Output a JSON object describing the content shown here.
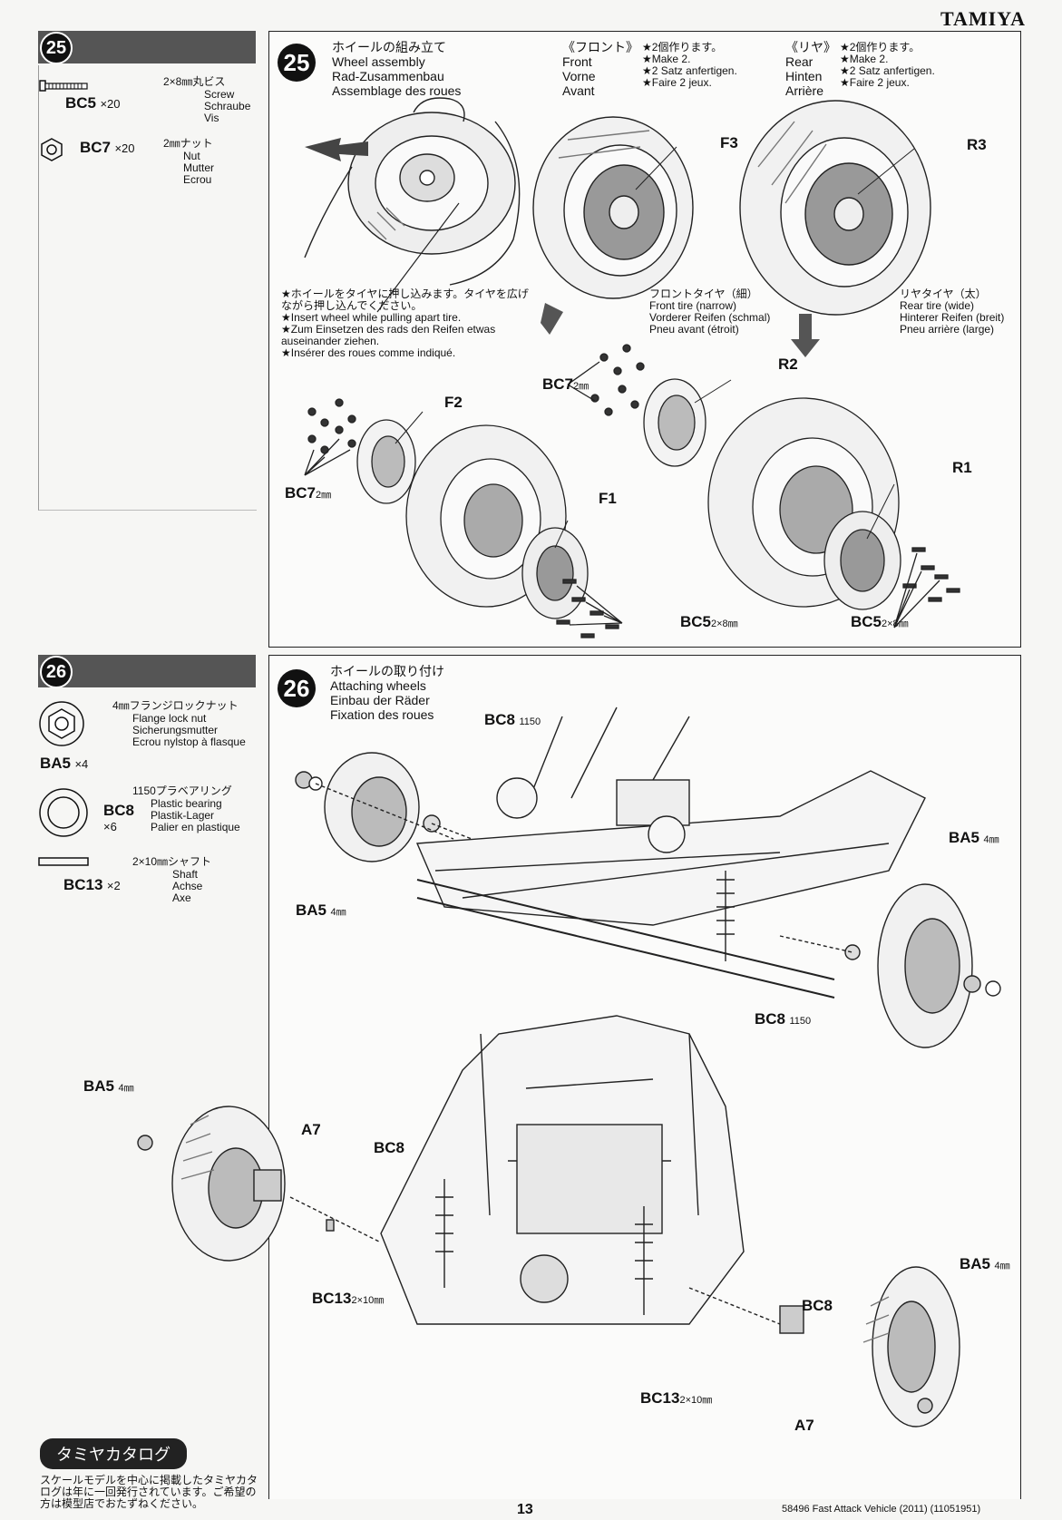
{
  "brand": "TAMIYA",
  "page_number": "13",
  "footer_code": "58496 Fast Attack Vehicle (2011) (11051951)",
  "step25": {
    "number": "25",
    "parts": [
      {
        "code": "BC5",
        "qty": "×20",
        "size": "2×8㎜丸ビス",
        "desc": [
          "Screw",
          "Schraube",
          "Vis"
        ]
      },
      {
        "code": "BC7",
        "qty": "×20",
        "size": "2㎜ナット",
        "desc": [
          "Nut",
          "Mutter",
          "Ecrou"
        ]
      }
    ],
    "title_lines": [
      "ホイールの組み立て",
      "Wheel assembly",
      "Rad-Zusammenbau",
      "Assemblage des roues"
    ],
    "front_heading": [
      "《フロント》",
      "Front",
      "Vorne",
      "Avant"
    ],
    "front_make": [
      "★2個作ります。",
      "★Make 2.",
      "★2 Satz anfertigen.",
      "★Faire 2 jeux."
    ],
    "rear_heading": [
      "《リヤ》",
      "Rear",
      "Hinten",
      "Arrière"
    ],
    "rear_make": [
      "★2個作ります。",
      "★Make 2.",
      "★2 Satz anfertigen.",
      "★Faire 2 jeux."
    ],
    "insert_note": [
      "★ホイールをタイヤに押し込みます。タイヤを広げ",
      "ながら押し込んでください。",
      "★Insert wheel while pulling apart tire.",
      "★Zum Einsetzen des rads den Reifen etwas",
      "auseinander ziehen.",
      "★Insérer des roues comme indiqué."
    ],
    "front_tire": [
      "フロントタイヤ（細）",
      "Front tire (narrow)",
      "Vorderer Reifen (schmal)",
      "Pneu avant (étroit)"
    ],
    "rear_tire": [
      "リヤタイヤ（太）",
      "Rear tire (wide)",
      "Hinterer Reifen (breit)",
      "Pneu arrière (large)"
    ],
    "labels": {
      "f3": "F3",
      "r3": "R3",
      "f2": "F2",
      "f1": "F1",
      "r2": "R2",
      "r1": "R1",
      "bc7": "BC7",
      "bc7_size": "2㎜",
      "bc5": "BC5",
      "bc5_size": "2×8㎜"
    }
  },
  "step26": {
    "number": "26",
    "parts": [
      {
        "code": "BA5",
        "qty": "×4",
        "size": "4㎜フランジロックナット",
        "desc": [
          "Flange lock nut",
          "Sicherungsmutter",
          "Ecrou nylstop à flasque"
        ]
      },
      {
        "code": "BC8",
        "qty": "×6",
        "size": "1150プラベアリング",
        "desc": [
          "Plastic bearing",
          "Plastik-Lager",
          "Palier en plastique"
        ]
      },
      {
        "code": "BC13",
        "qty": "×2",
        "size": "2×10㎜シャフト",
        "desc": [
          "Shaft",
          "Achse",
          "Axe"
        ]
      }
    ],
    "title_lines": [
      "ホイールの取り付け",
      "Attaching wheels",
      "Einbau der Räder",
      "Fixation des roues"
    ],
    "labels": {
      "bc8": "BC8",
      "bc8_size": "1150",
      "ba5": "BA5",
      "ba5_size": "4㎜",
      "a7": "A7",
      "bc13": "BC13",
      "bc13_size": "2×10㎜"
    }
  },
  "catalog": {
    "title": "タミヤカタログ",
    "text": [
      "スケールモデルを中心に掲載したタミヤカタ",
      "ログは年に一回発行されています。ご希望の",
      "方は模型店でおたずねください。"
    ]
  }
}
